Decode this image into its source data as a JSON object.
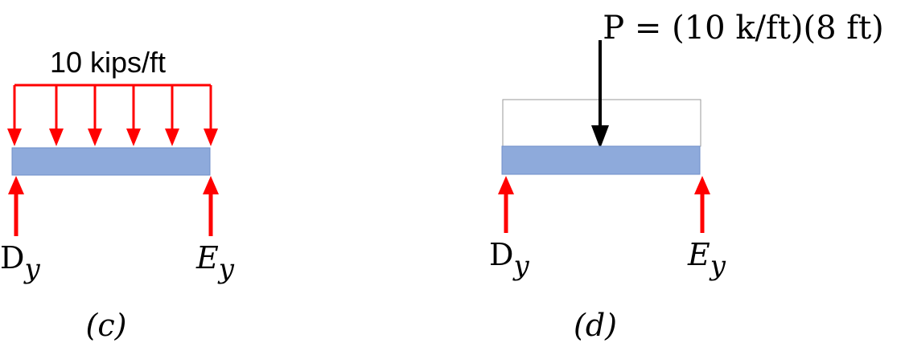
{
  "colors": {
    "load_arrow": "#ff0000",
    "reaction_arrow": "#ff0000",
    "point_load_arrow": "#000000",
    "beam_fill": "#8eaadb",
    "beam_stroke": "#6f8fc9",
    "outline_stroke": "#9a9a9a",
    "text": "#000000"
  },
  "panel_c": {
    "load_label": "10 kips/ft",
    "left_reaction": {
      "main": "D",
      "sub": "y"
    },
    "right_reaction": {
      "main": "E",
      "sub": "y"
    },
    "caption": "(c)"
  },
  "panel_d": {
    "point_load_label": "P = (10 k/ft)(8 ft)",
    "left_reaction": {
      "main": "D",
      "sub": "y"
    },
    "right_reaction": {
      "main": "E",
      "sub": "y"
    },
    "caption": "(d)"
  }
}
